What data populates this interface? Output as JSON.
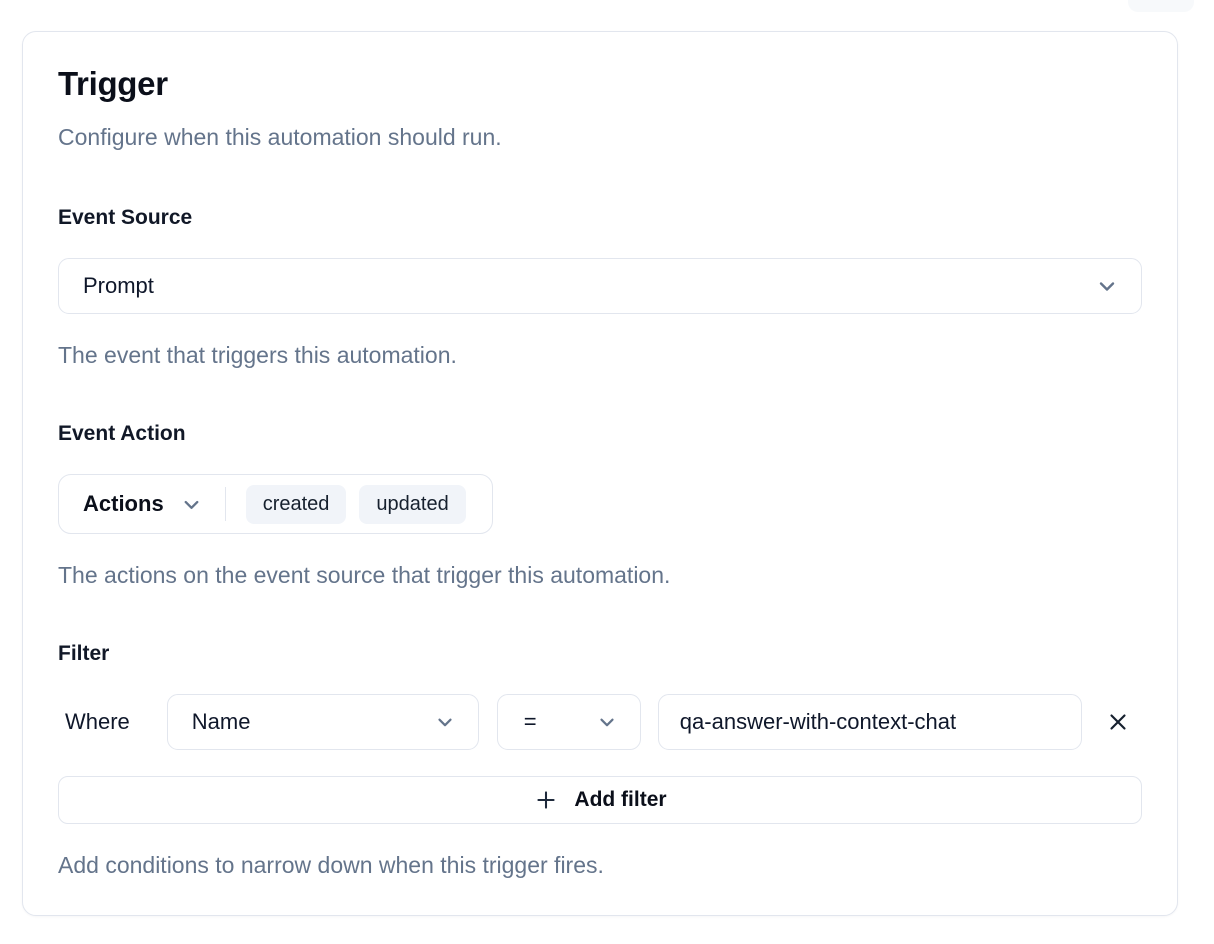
{
  "card": {
    "title": "Trigger",
    "subtitle": "Configure when this automation should run.",
    "event_source": {
      "label": "Event Source",
      "selected_value": "Prompt",
      "help": "The event that triggers this automation."
    },
    "event_action": {
      "label": "Event Action",
      "dropdown_label": "Actions",
      "selected": [
        "created",
        "updated"
      ],
      "help": "The actions on the event source that trigger this automation."
    },
    "filter": {
      "label": "Filter",
      "where_label": "Where",
      "rows": [
        {
          "field": "Name",
          "operator": "=",
          "value": "qa-answer-with-context-chat"
        }
      ],
      "add_button_label": "Add filter",
      "help": "Add conditions to narrow down when this trigger fires."
    }
  },
  "icons": {
    "chevron_down": "⌄",
    "close": "✕",
    "plus": "+"
  },
  "colors": {
    "border": "#e2e6ee",
    "text_primary": "#0f172a",
    "text_muted": "#64748b",
    "chip_bg": "#f1f4f9",
    "card_bg": "#ffffff"
  }
}
